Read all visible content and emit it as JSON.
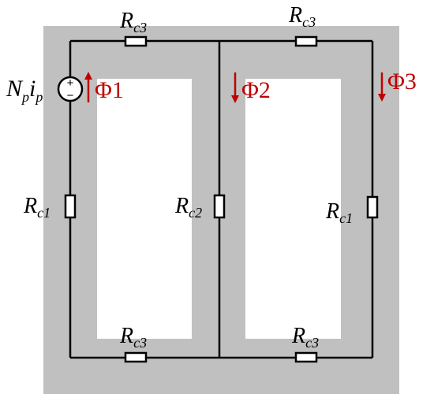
{
  "colors": {
    "core": "#c0c0c0",
    "wire": "#000000",
    "flux": "#c00000",
    "background": "#ffffff"
  },
  "source": {
    "symbol_main_n": "N",
    "symbol_sub_p": "p",
    "symbol_main_i": "i",
    "symbol_sub_p2": "p",
    "plus": "+",
    "minus": "−"
  },
  "resistors": {
    "top_left": {
      "main": "R",
      "sub": "c3"
    },
    "top_right": {
      "main": "R",
      "sub": "c3"
    },
    "bottom_left": {
      "main": "R",
      "sub": "c3"
    },
    "bottom_right": {
      "main": "R",
      "sub": "c3"
    },
    "left": {
      "main": "R",
      "sub": "c1"
    },
    "center": {
      "main": "R",
      "sub": "c2"
    },
    "right": {
      "main": "R",
      "sub": "c1"
    }
  },
  "fluxes": {
    "phi1": {
      "label": "Φ1",
      "direction": "up"
    },
    "phi2": {
      "label": "Φ2",
      "direction": "down"
    },
    "phi3": {
      "label": "Φ3",
      "direction": "down"
    }
  }
}
